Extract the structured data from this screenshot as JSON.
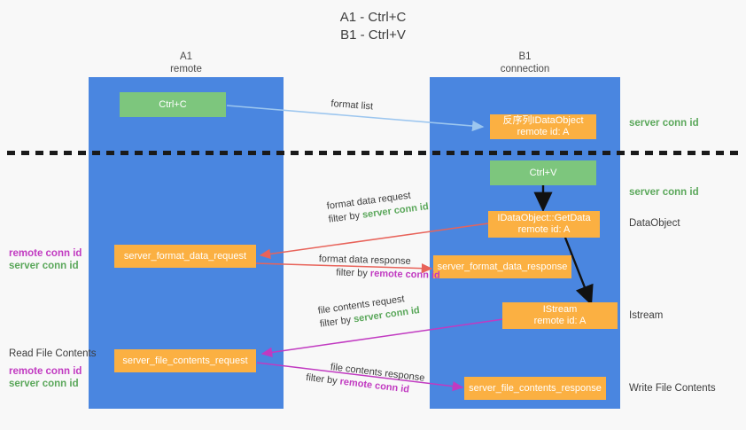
{
  "title": {
    "line1": "A1 - Ctrl+C",
    "line2": "B1 - Ctrl+V"
  },
  "lanes": [
    {
      "name": "A1",
      "sub": "remote"
    },
    {
      "name": "B1",
      "sub": "connection"
    }
  ],
  "nodes": {
    "ctrl_c": "Ctrl+C",
    "ctrl_v": "Ctrl+V",
    "idataobject_line1": "反序列IDataObject",
    "idataobject_line2": "remote id: A",
    "getdata_line1": "IDataObject::GetData",
    "getdata_line2": "remote id: A",
    "istream_line1": "IStream",
    "istream_line2": "remote id: A",
    "server_format_data_request": "server_format_data_request",
    "server_format_data_response": "server_format_data_response",
    "server_file_contents_request": "server_file_contents_request",
    "server_file_contents_response": "server_file_contents_response"
  },
  "right_labels": {
    "server_conn_id_top": "server conn id",
    "server_conn_id_mid": "server conn id",
    "dataobject": "DataObject",
    "istream": "Istream",
    "write_file_contents": "Write File Contents"
  },
  "left_labels": {
    "remote_conn_id_1": "remote conn id",
    "server_conn_id_1": "server conn id",
    "read_file_contents": "Read File Contents",
    "remote_conn_id_2": "remote conn id",
    "server_conn_id_2": "server conn id"
  },
  "edges": {
    "format_list": "format list",
    "format_data_request": "format data request",
    "format_data_request_filter_prefix": "filter by ",
    "format_data_request_filter_value": "server conn id",
    "format_data_response": "format data response",
    "format_data_response_filter_prefix": "filter by ",
    "format_data_response_filter_value": "remote conn id",
    "file_contents_request": "file contents request",
    "file_contents_request_filter_prefix": "filter by ",
    "file_contents_request_filter_value": "server conn id",
    "file_contents_response": "file contents response",
    "file_contents_response_filter_prefix": "filter by ",
    "file_contents_response_filter_value": "remote conn id"
  },
  "colors": {
    "lane": "#4a86e0",
    "green_node": "#7dc67d",
    "orange_node": "#fbb042",
    "light_blue_arrow": "#9cc6ef",
    "red_arrow": "#e8635a",
    "magenta_arrow": "#c13ac1",
    "black_arrow": "#111111",
    "green_text": "#5aa75a",
    "magenta_text": "#c13ac1",
    "background": "#f8f8f8"
  }
}
